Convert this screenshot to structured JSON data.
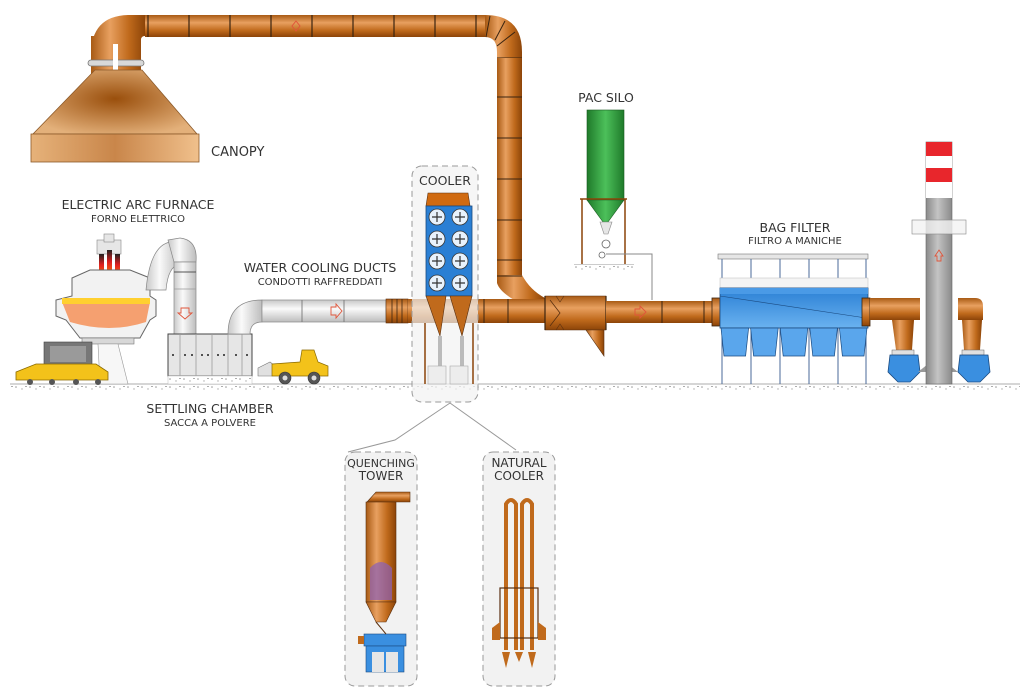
{
  "diagram": {
    "title": "Electric arc furnace fume extraction plant",
    "colors": {
      "duct_copper": "#c06a1c",
      "duct_copper_light": "#e39b55",
      "duct_copper_dark": "#8c4408",
      "steel_light": "#eeeeee",
      "steel_mid": "#c8c8c8",
      "filter_blue": "#3a8fe0",
      "filter_blue_light": "#7ab8f2",
      "silo_green": "#2e9a3a",
      "stack_grey": "#a8a8a8",
      "stack_red": "#e8262c",
      "loader_yellow": "#f3c21a",
      "callout_bg": "#f2f2f2",
      "callout_border": "#999999",
      "text": "#333333",
      "flow_arrow": "#e0553a",
      "quench_purple": "#8a5fb8"
    },
    "components": {
      "canopy": {
        "label": "CANOPY"
      },
      "furnace": {
        "label": "ELECTRIC ARC FURNACE",
        "sublabel": "FORNO ELETTRICO"
      },
      "settling_chamber": {
        "label": "SETTLING CHAMBER",
        "sublabel": "SACCA A POLVERE"
      },
      "water_cooling_ducts": {
        "label": "WATER COOLING DUCTS",
        "sublabel": "CONDOTTI RAFFREDDATI"
      },
      "cooler": {
        "label": "COOLER"
      },
      "pac_silo": {
        "label": "PAC SILO"
      },
      "bag_filter": {
        "label": "BAG FILTER",
        "sublabel": "FILTRO A MANICHE"
      },
      "quenching_tower": {
        "label_line1": "QUENCHING",
        "label_line2": "TOWER"
      },
      "natural_cooler": {
        "label_line1": "NATURAL",
        "label_line2": "COOLER"
      }
    },
    "cooler_fan_count": 8,
    "bag_filter_hopper_count": 5
  }
}
